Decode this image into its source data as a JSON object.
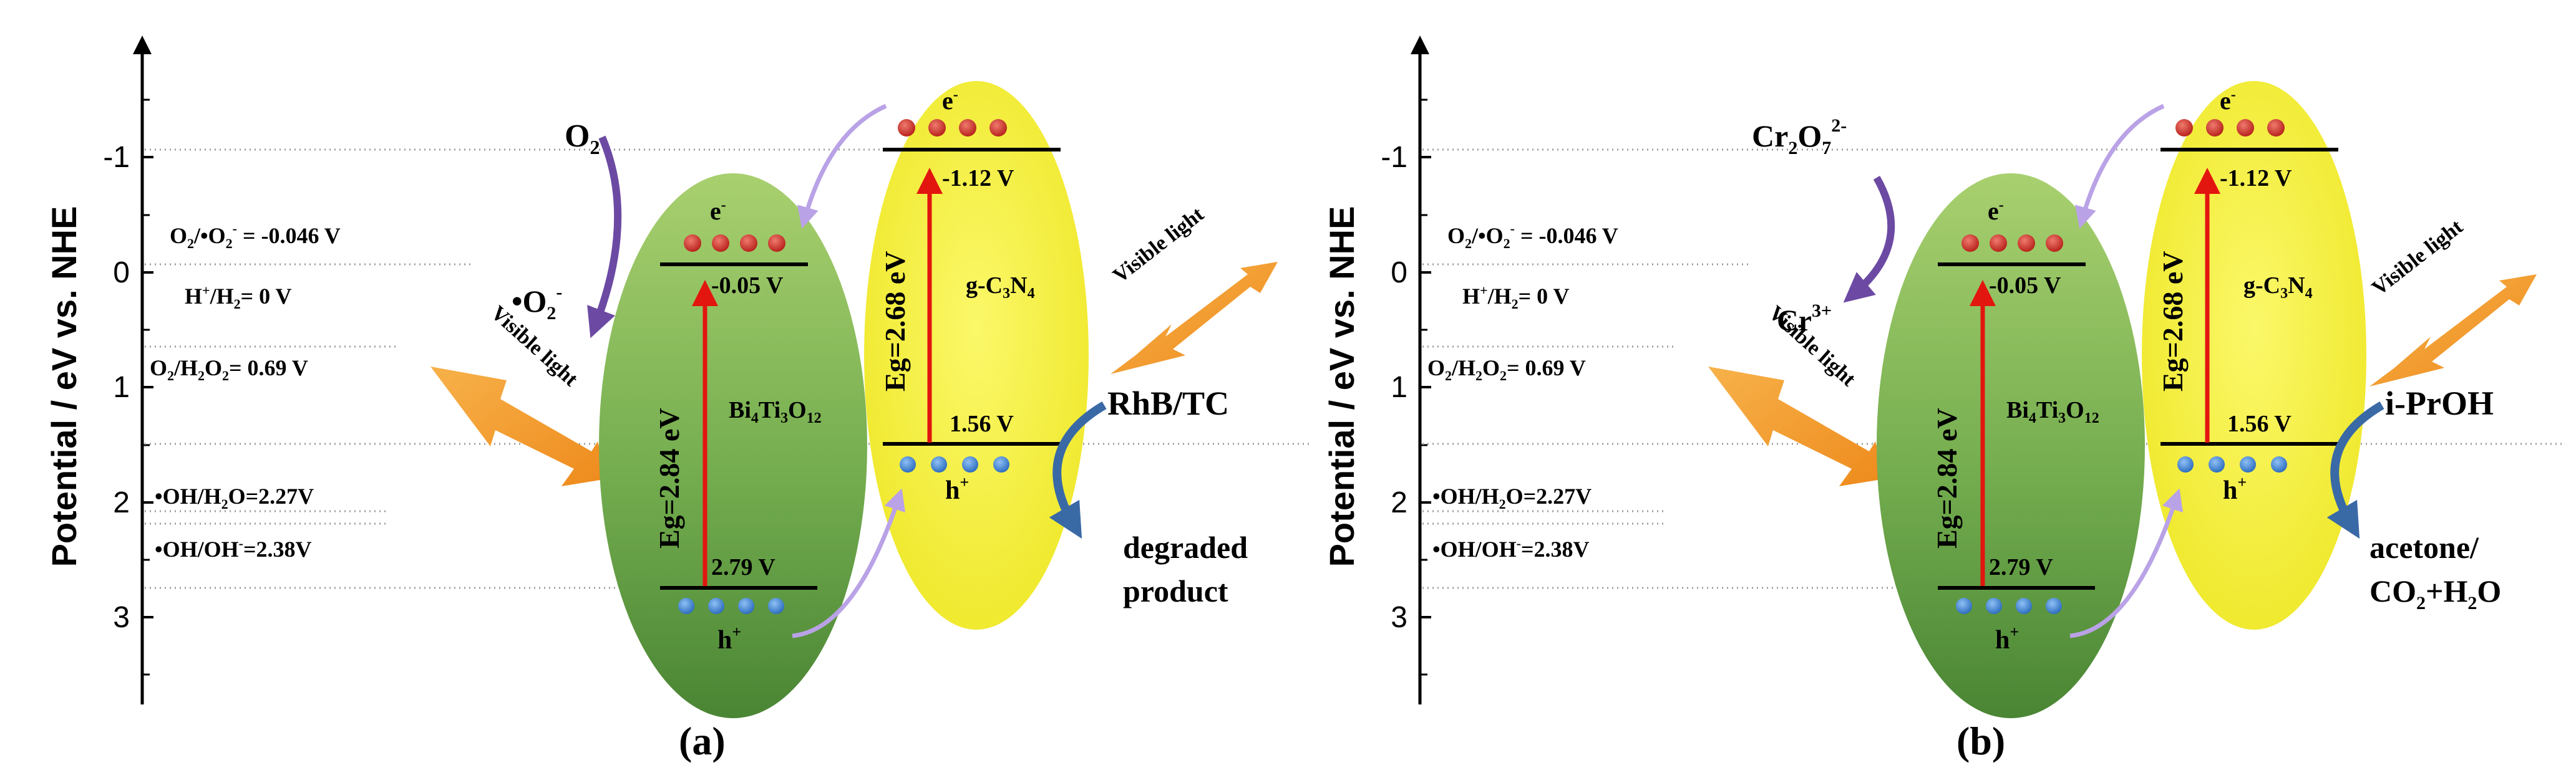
{
  "figure": {
    "y_axis_label": "Potential / eV vs. NHE",
    "y_ticks": [
      "-1",
      "0",
      "1",
      "2",
      "3"
    ]
  },
  "panels": [
    {
      "caption": "(a)",
      "potentials": [
        {
          "pre": "O",
          "s1": "2",
          "mid": "/•O",
          "s2": "2",
          "sup": "-",
          "post": " = -0.046 V"
        },
        {
          "pre": "H",
          "sup1": "+",
          "mid": "/H",
          "s2": "2",
          "post": "= 0 V"
        },
        {
          "pre": "O",
          "s1": "2",
          "mid": "/H",
          "s2": "2",
          "mid2": "O",
          "s3": "2",
          "post": "= 0.69 V"
        },
        {
          "pre": "•OH/H",
          "s2": "2",
          "mid": "O=2.27V"
        },
        {
          "pre": "•OH/OH",
          "sup": "-",
          "post": "=2.38V"
        }
      ],
      "bi4ti3o12": {
        "name_main": "Bi",
        "s1": "4",
        "name2": "Ti",
        "s2": "3",
        "name3": "O",
        "s3": "12",
        "cb": "-0.05 V",
        "vb": "2.79 V",
        "eg": "Eg=2.84 eV",
        "e": "e",
        "h": "h"
      },
      "g_c3n4": {
        "name1": "g-C",
        "s1": "3",
        "name2": "N",
        "s2": "4",
        "cb": "-1.12 V",
        "vb": "1.56 V",
        "eg": "Eg=2.68 eV",
        "e": "e",
        "h": "h"
      },
      "light_left": "Visible  light",
      "light_right": "Visible  light",
      "reactant_top": {
        "main": "O",
        "sub": "2"
      },
      "product_top": {
        "main": "•O",
        "sub": "2",
        "sup": "-"
      },
      "pollutant": "RhB/TC",
      "product_lines": [
        "degraded",
        "product"
      ]
    },
    {
      "caption": "(b)",
      "potentials": [
        {
          "pre": "O",
          "s1": "2",
          "mid": "/•O",
          "s2": "2",
          "sup": "-",
          "post": " = -0.046 V"
        },
        {
          "pre": "H",
          "sup1": "+",
          "mid": "/H",
          "s2": "2",
          "post": "= 0 V"
        },
        {
          "pre": "O",
          "s1": "2",
          "mid": "/H",
          "s2": "2",
          "mid2": "O",
          "s3": "2",
          "post": "= 0.69 V"
        },
        {
          "pre": "•OH/H",
          "s2": "2",
          "mid": "O=2.27V"
        },
        {
          "pre": "•OH/OH",
          "sup": "-",
          "post": "=2.38V"
        }
      ],
      "bi4ti3o12": {
        "name_main": "Bi",
        "s1": "4",
        "name2": "Ti",
        "s2": "3",
        "name3": "O",
        "s3": "12",
        "cb": "-0.05 V",
        "vb": "2.79 V",
        "eg": "Eg=2.84 eV",
        "e": "e",
        "h": "h"
      },
      "g_c3n4": {
        "name1": "g-C",
        "s1": "3",
        "name2": "N",
        "s2": "4",
        "cb": "-1.12 V",
        "vb": "1.56 V",
        "eg": "Eg=2.68 eV",
        "e": "e",
        "h": "h"
      },
      "light_left": "Visible  light",
      "light_right": "Visible  light",
      "reactant_top": {
        "main": "Cr",
        "sub": "2",
        "main2": "O",
        "sub2": "7",
        "sup": "2-"
      },
      "product_top": {
        "main": "Cr",
        "sup": "3+"
      },
      "pollutant": "i-PrOH",
      "product_lines": [
        "acetone/",
        "CO2+H2O"
      ],
      "product_line2_parts": {
        "a": "CO",
        "s1": "2",
        "b": "+H",
        "s2": "2",
        "c": "O"
      }
    }
  ],
  "colors": {
    "green_top": "#a4cc6a",
    "green_bottom": "#4d8a36",
    "yellow": "#f7f23a",
    "red_arrow": "#e3150f",
    "lavender": "#b9a2e6",
    "purple": "#6c4aa3",
    "blue_arrow": "#3a6aa6",
    "bolt": "#f29a2d",
    "electron": "#d2302a",
    "hole": "#3c7fd1"
  }
}
